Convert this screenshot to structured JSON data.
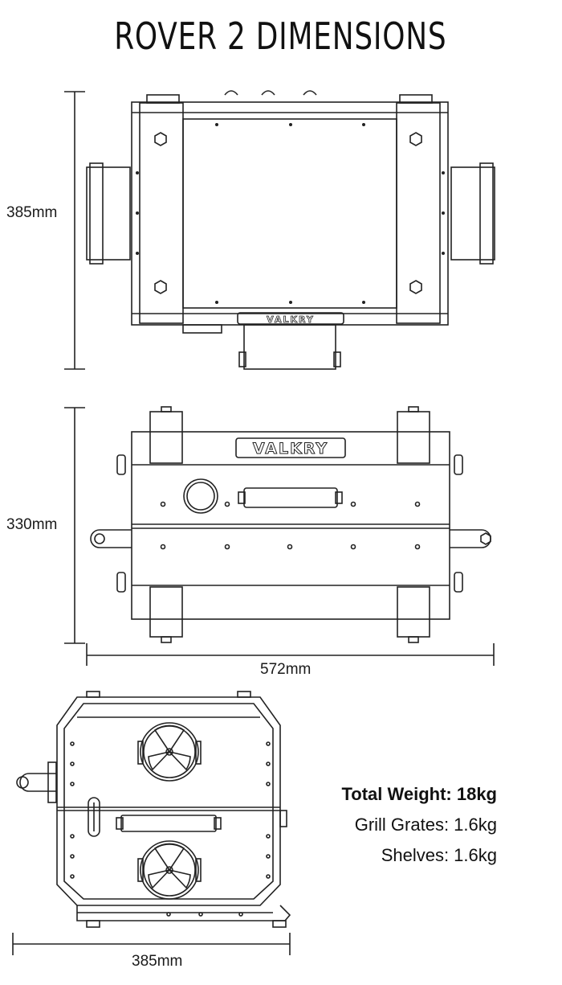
{
  "title": "ROVER 2 DIMENSIONS",
  "logo_text": "VALKRY",
  "dimensions": {
    "top_view_depth": "385mm",
    "front_view_height": "330mm",
    "front_view_width": "572mm",
    "side_view_depth": "385mm"
  },
  "specs": {
    "total_weight": "Total Weight: 18kg",
    "grill_grates": "Grill Grates: 1.6kg",
    "shelves": "Shelves: 1.6kg"
  }
}
